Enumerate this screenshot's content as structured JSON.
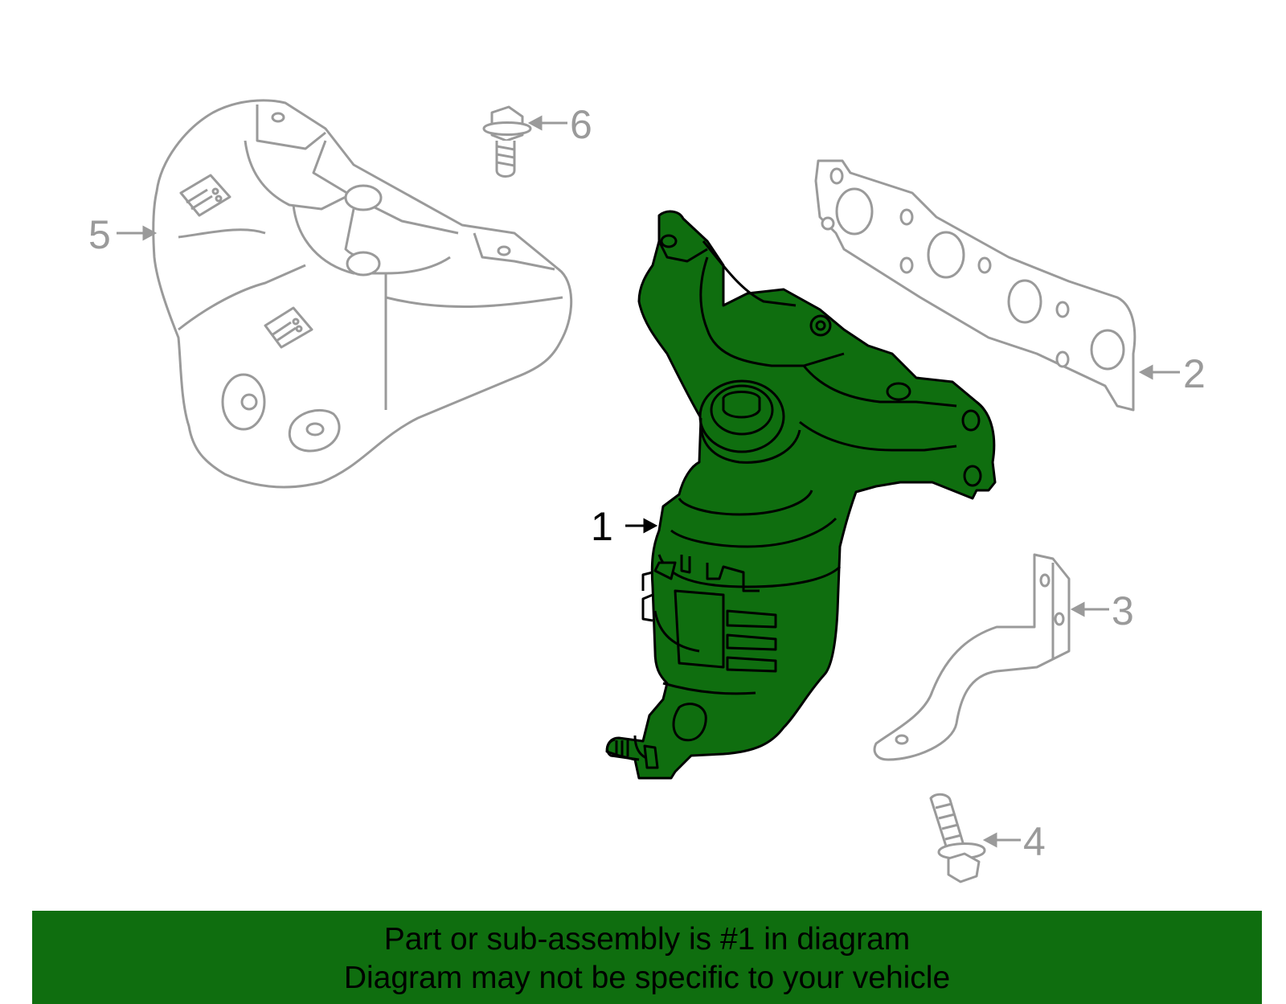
{
  "colors": {
    "highlight_fill": "#0f6e0f",
    "banner_bg": "#0f6e0f",
    "inactive_stroke": "#9a9a9a",
    "active_stroke": "#000000"
  },
  "callouts": {
    "c1": "1",
    "c2": "2",
    "c3": "3",
    "c4": "4",
    "c5": "5",
    "c6": "6"
  },
  "banner": {
    "line1": "Part or sub-assembly is #1 in diagram",
    "line2": "Diagram may not be specific to your vehicle"
  }
}
